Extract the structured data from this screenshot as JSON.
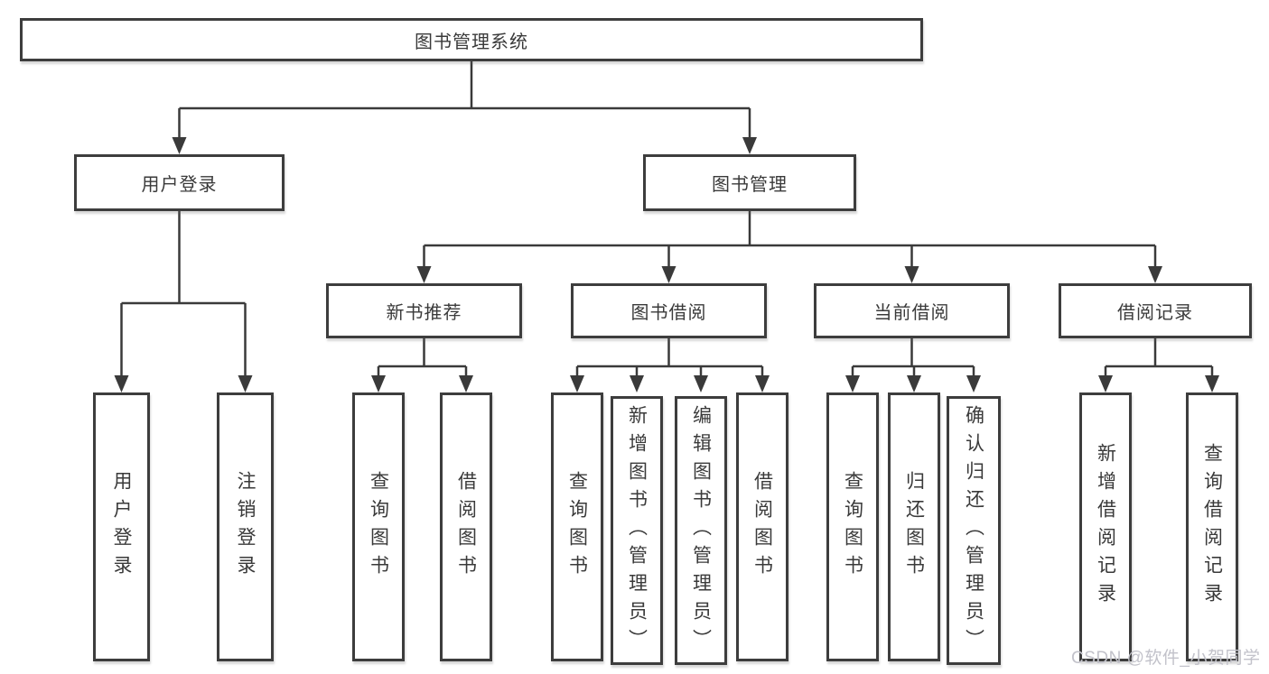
{
  "diagram": {
    "type": "hierarchy-tree",
    "watermark": "CSDN @软件_小贺同学",
    "colors": {
      "background": "#ffffff",
      "box_border": "#3d3d3d",
      "box_fill": "#ffffff",
      "line": "#3a3a3a",
      "text": "#3a3a3a",
      "watermark": "#c2c2ca"
    },
    "tree": {
      "label": "图书管理系统",
      "children": [
        {
          "label": "用户登录",
          "children": [
            {
              "label": "用户登录"
            },
            {
              "label": "注销登录"
            }
          ]
        },
        {
          "label": "图书管理",
          "children": [
            {
              "label": "新书推荐",
              "children": [
                {
                  "label": "查询图书"
                },
                {
                  "label": "借阅图书"
                }
              ]
            },
            {
              "label": "图书借阅",
              "children": [
                {
                  "label": "查询图书"
                },
                {
                  "label": "新增图书（管理员）"
                },
                {
                  "label": "编辑图书（管理员）"
                },
                {
                  "label": "借阅图书"
                }
              ]
            },
            {
              "label": "当前借阅",
              "children": [
                {
                  "label": "查询图书"
                },
                {
                  "label": "归还图书"
                },
                {
                  "label": "确认归还（管理员）"
                }
              ]
            },
            {
              "label": "借阅记录",
              "children": [
                {
                  "label": "新增借阅记录"
                },
                {
                  "label": "查询借阅记录"
                }
              ]
            }
          ]
        }
      ]
    }
  }
}
